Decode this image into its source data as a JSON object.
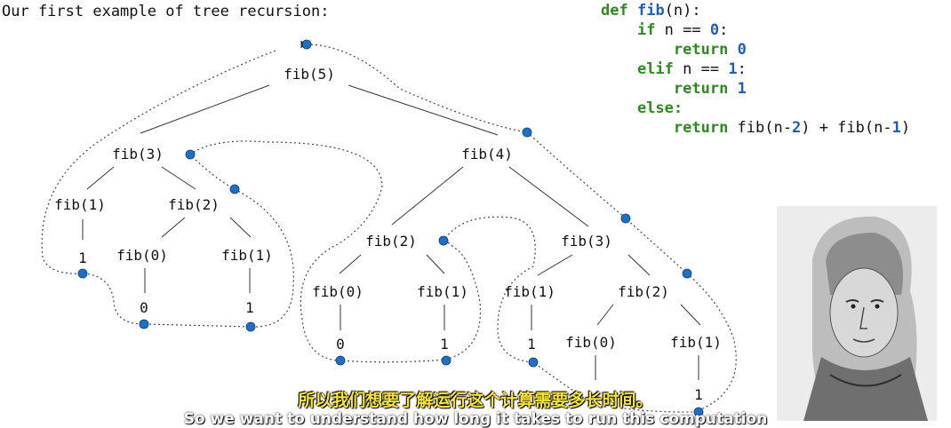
{
  "heading": "Our first example of tree recursion:",
  "tree_nodes": [
    {
      "id": "root",
      "label": "fib(5)"
    },
    {
      "id": "n3a",
      "label": "fib(3)"
    },
    {
      "id": "n4",
      "label": "fib(4)"
    },
    {
      "id": "n1a",
      "label": "fib(1)"
    },
    {
      "id": "n2a",
      "label": "fib(2)"
    },
    {
      "id": "n0a",
      "label": "fib(0)"
    },
    {
      "id": "n1b",
      "label": "fib(1)"
    },
    {
      "id": "n2b",
      "label": "fib(2)"
    },
    {
      "id": "n3b",
      "label": "fib(3)"
    },
    {
      "id": "n0b",
      "label": "fib(0)"
    },
    {
      "id": "n1c",
      "label": "fib(1)"
    },
    {
      "id": "n1d",
      "label": "fib(1)"
    },
    {
      "id": "n2c",
      "label": "fib(2)"
    },
    {
      "id": "n0c",
      "label": "fib(0)"
    },
    {
      "id": "n1e",
      "label": "fib(1)"
    }
  ],
  "leaf_values": [
    "1",
    "0",
    "1",
    "0",
    "1",
    "1",
    "1"
  ],
  "code": {
    "def_kw": "def",
    "fn_name": "fib",
    "params": "(n):",
    "if_kw": "if",
    "if_cond": " n == ",
    "zero": "0",
    "return_kw": "return",
    "elif_kw": "elif",
    "one": "1",
    "else_kw": "else:",
    "rec_a": " fib(n",
    "minus": "-",
    "two": "2",
    "rec_b": ") + fib(n",
    "rec_c": ")"
  },
  "subtitle_zh": "所以我们想要了解运行这个计算需要多长时间。",
  "subtitle_en": "So we want to understand how long it takes to run this computation",
  "colors": {
    "dot": "#1f6fc4",
    "keyword": "#2d8a1e",
    "number": "#1f5fb3",
    "subtitle": "#f7e43a"
  }
}
